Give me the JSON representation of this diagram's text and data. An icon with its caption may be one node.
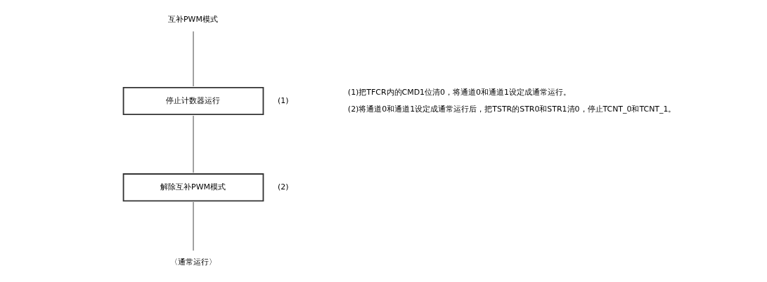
{
  "diagram": {
    "nodes": [
      {
        "text": [
          "互补PWM模式"
        ]
      },
      {
        "text": [
          "停止计数器运行"
        ],
        "beside": [
          "(1)"
        ]
      },
      {
        "text": [
          "解除互补PWM模式"
        ],
        "beside": [
          "(2)"
        ]
      },
      {
        "text": [
          "〈通常运行〉"
        ]
      }
    ],
    "edges": [
      {
        "from": 0,
        "to": 1,
        "arrow": "none"
      },
      {
        "from": 1,
        "to": 2,
        "arrow": "none"
      },
      {
        "from": 2,
        "to": 3,
        "arrow": "none"
      }
    ],
    "labels": [
      "(1)把TFCR内的CMD1位清0，将通道0和通道1设定成通常运行。",
      "(2)将通道0和通道1设定成通常运行后，把TSTR的STR0和STR1清0，停止TCNT_0和TCNT_1。"
    ]
  }
}
